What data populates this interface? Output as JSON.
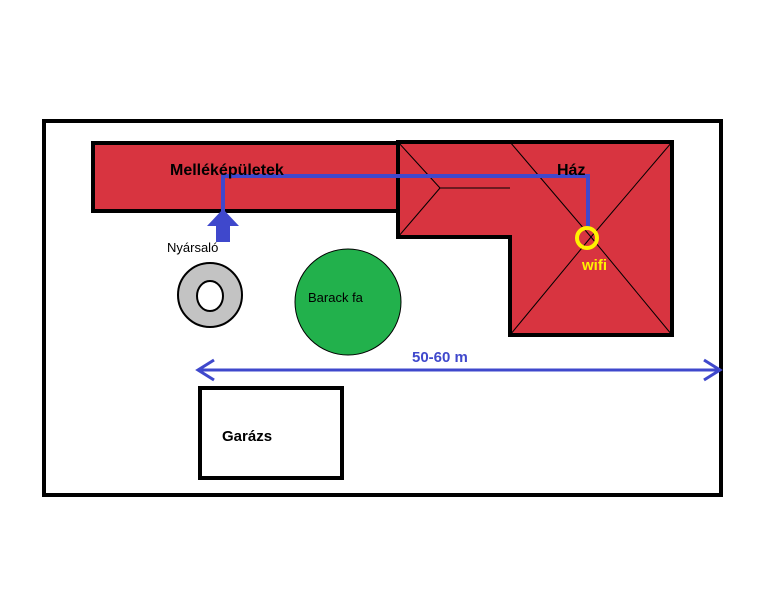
{
  "labels": {
    "outbuildings": "Melléképületek",
    "house": "Ház",
    "wifi": "wifi",
    "summer_kitchen": "Nyársaló",
    "peach_tree": "Barack fa",
    "distance": "50-60 m",
    "garage": "Garázs"
  },
  "colors": {
    "building_red": "#d83440",
    "cable_blue": "#3f48cc",
    "tree_green": "#22b14c",
    "wifi_yellow": "#fff200",
    "ring_gray": "#c3c3c3",
    "outline_black": "#000000"
  },
  "icons": {
    "wifi_access_point": "yellow-ring",
    "outbuilding_entry": "up-arrow",
    "summer_kitchen": "gray-ring"
  }
}
